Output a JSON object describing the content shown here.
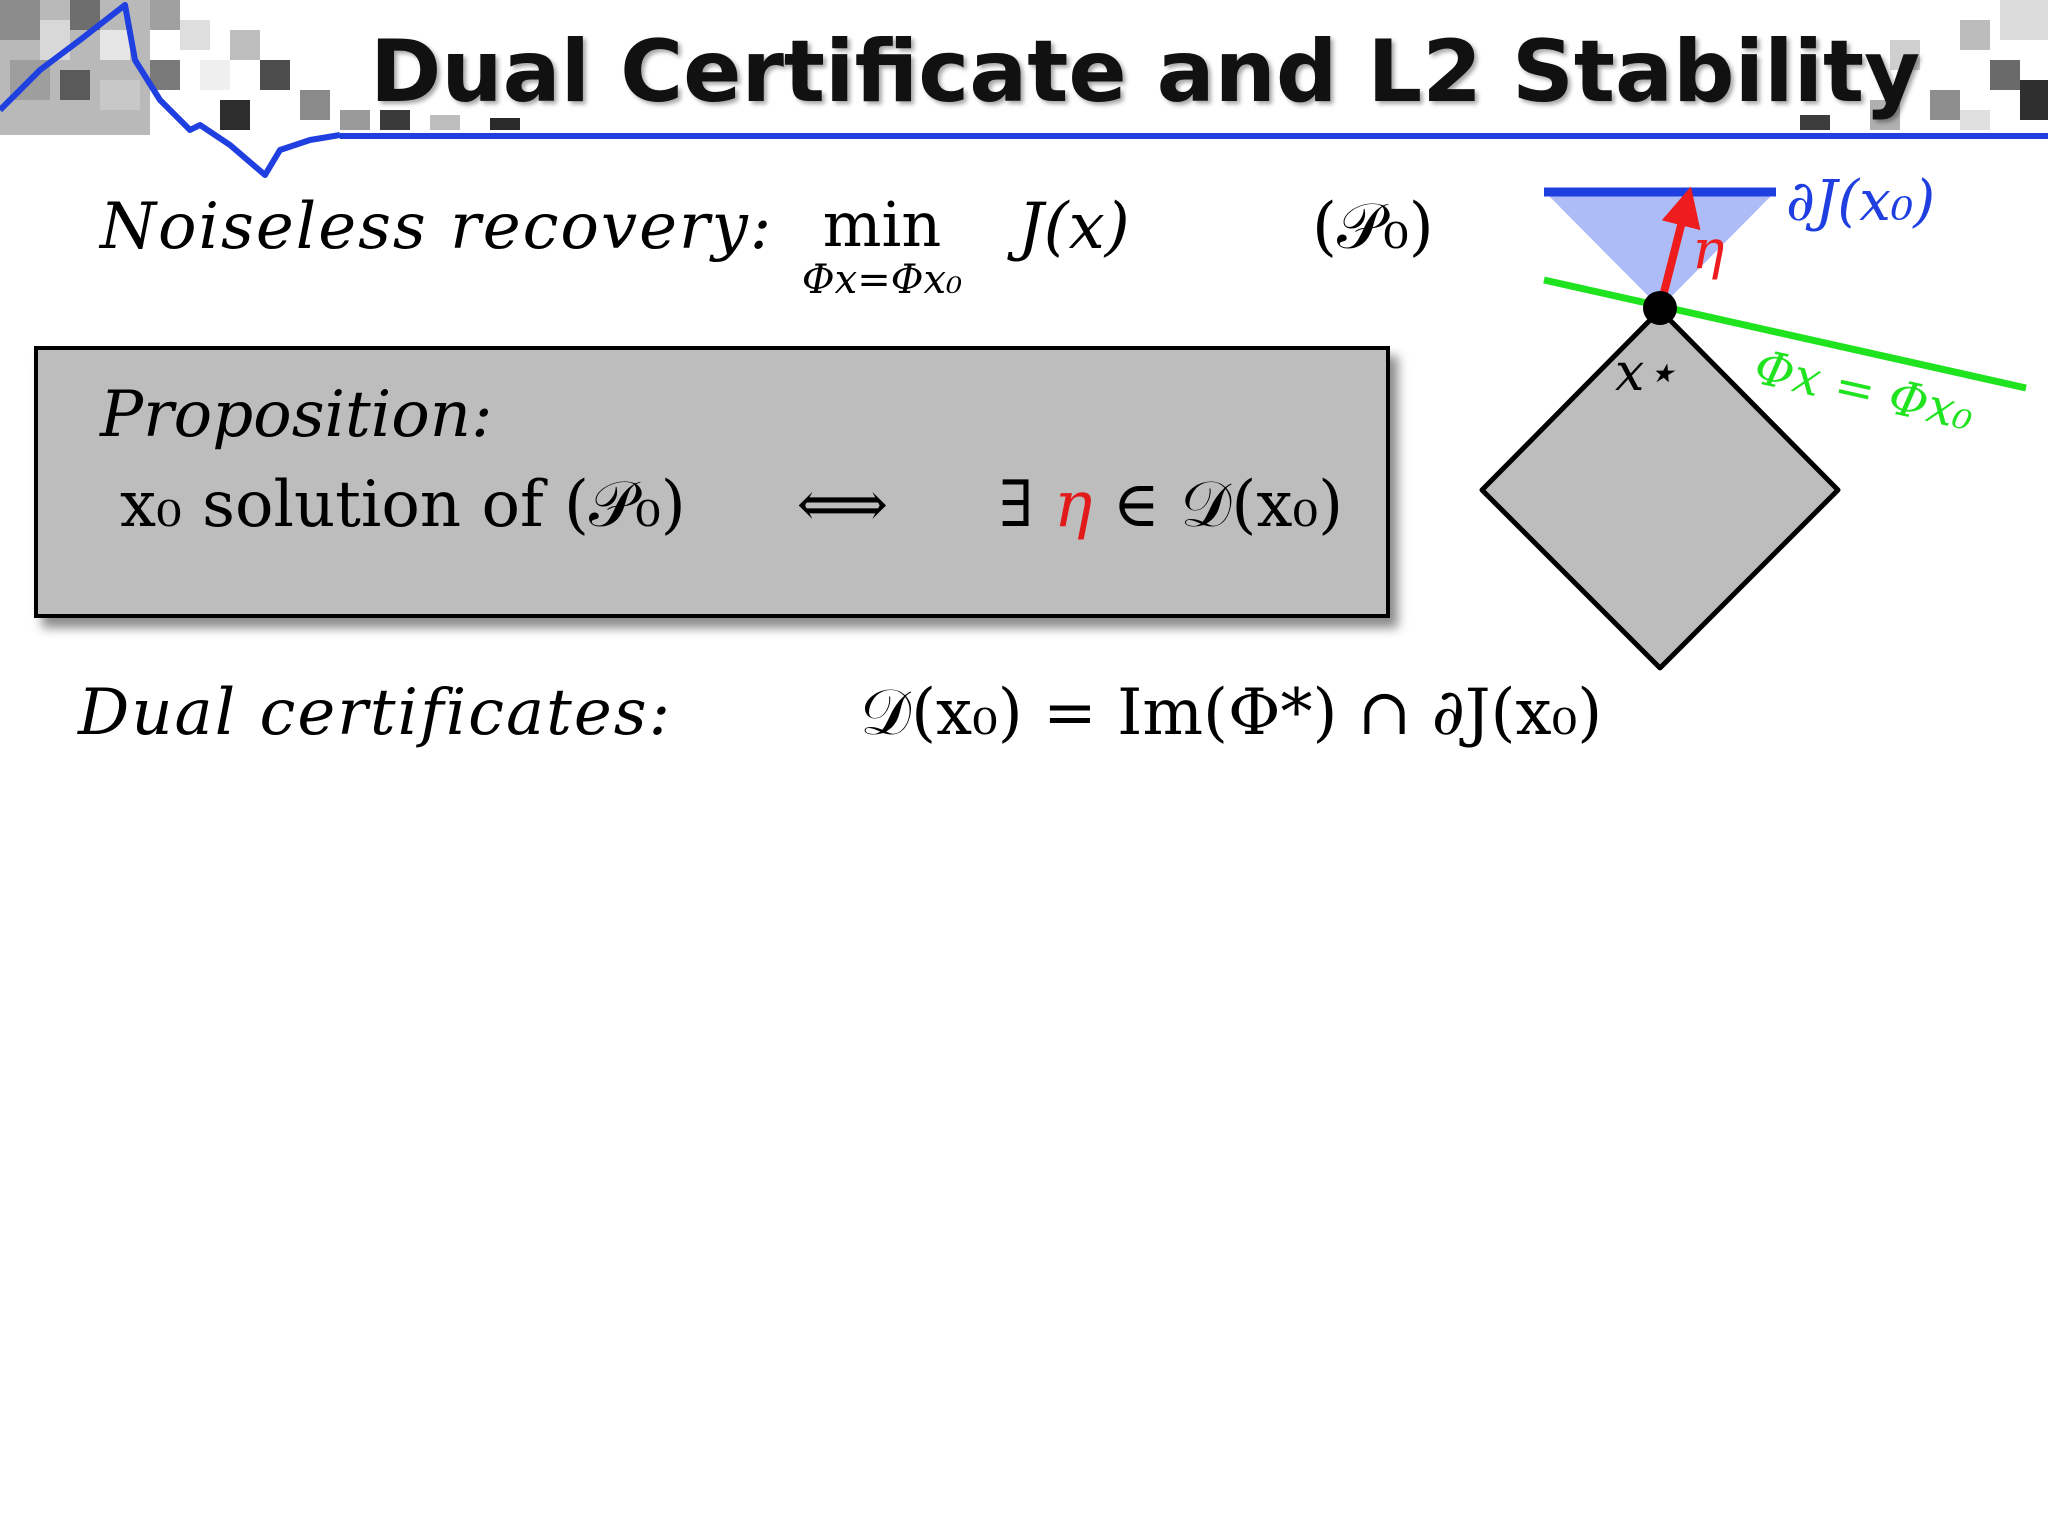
{
  "slide": {
    "title": "Dual Certificate and L2 Stability"
  },
  "noiseless": {
    "label": "Noiseless recovery:",
    "operator": "min",
    "constraint": "Φx=Φx₀",
    "objective": "J(x)",
    "problem_tag": "(𝒫₀)"
  },
  "proposition": {
    "title": "Proposition:",
    "lhs": "x₀ solution of (𝒫₀)",
    "equiv": "⟺",
    "rhs_exists": "∃",
    "rhs_eta": "η",
    "rhs_rest": "∈ 𝒟(x₀)"
  },
  "dual": {
    "label": "Dual certificates:",
    "definition": "𝒟(x₀) = Im(Φ*) ∩ ∂J(x₀)"
  },
  "diagram": {
    "subdiff_label": "∂J(x₀)",
    "eta_label": "η",
    "xstar_label": "x⋆",
    "constraint_label": "Φx = Φx₀",
    "colors": {
      "blue": "#1f3fe0",
      "cone": "#a9b8f5",
      "red": "#ee1c1c",
      "green": "#1ee31e",
      "diamond": "#bebdbe"
    }
  },
  "header_icons": [
    "logo-image",
    "signal-curve-icon"
  ]
}
